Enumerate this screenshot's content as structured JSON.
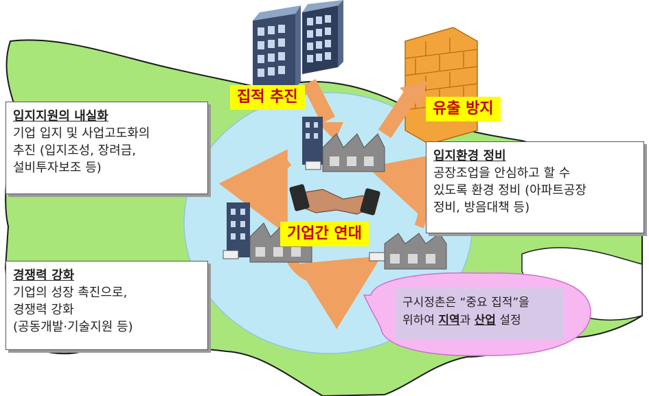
{
  "colors": {
    "land": "#a8e67a",
    "land_outline": "#1a1a1a",
    "center_circle": "#bfe8f6",
    "arrow": "#f0a060",
    "label_bg": "#ffff00",
    "label_text": "#c00000",
    "pink_bubble": "#f7b8f2",
    "pink_inner": "#d8c8e8",
    "brick": "#f2a43a"
  },
  "icons": {
    "buildings": "office-buildings-icon",
    "wall": "brick-wall-icon",
    "factory": "factory-icon",
    "handshake": "handshake-icon"
  },
  "labels": {
    "agglomeration": "집적 추진",
    "outflow": "유출 방지",
    "cooperation": "기업간 연대"
  },
  "callouts": {
    "location_support": {
      "title": "입지지원의 내실화",
      "lines": [
        "기업 입지 및 사업고도화의",
        "추진 (입지조성, 장려금,",
        "설비투자보조 등)"
      ]
    },
    "environment": {
      "title": "입지환경 정비",
      "lines": [
        "공장조업을 안심하고 할 수",
        "있도록 환경 정비 (아파트공장",
        "정비, 방음대책 등)"
      ]
    },
    "competitiveness": {
      "title": "경쟁력 강화",
      "lines": [
        "기업의 성장 촉진으로,",
        "경쟁력 강화",
        "(공동개발·기술지원 등)"
      ]
    }
  },
  "designation": {
    "line1": "구시정촌은 “중요 집적”을",
    "line2_prefix": "위하여 ",
    "line2_region": "지역",
    "line2_and": "과 ",
    "line2_industry": "산업",
    "line2_suffix": " 설정"
  }
}
